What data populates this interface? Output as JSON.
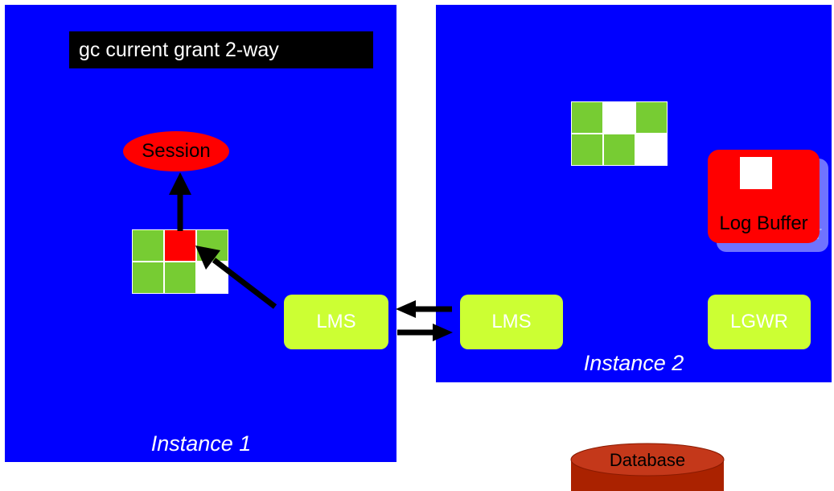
{
  "title": "gc current grant 2-way",
  "instance1": {
    "caption": "Instance 1",
    "session_label": "Session",
    "lms_label": "LMS",
    "block_cells": [
      "green",
      "red",
      "green",
      "green",
      "green",
      "white"
    ]
  },
  "instance2": {
    "caption": "Instance 2",
    "lms_label": "LMS",
    "lgwr_label": "LGWR",
    "log_buffer_label": "Log Buffer",
    "log_buffer_shadow_char": "r",
    "block_cells": [
      "green",
      "white",
      "green",
      "green",
      "green",
      "white"
    ]
  },
  "database": {
    "label": "Database"
  },
  "colors": {
    "instance_bg": "#0000ff",
    "green": "#77cc33",
    "red": "#ff0000",
    "white": "#ffffff",
    "process": "#ccff33",
    "database": "#aa2200"
  }
}
